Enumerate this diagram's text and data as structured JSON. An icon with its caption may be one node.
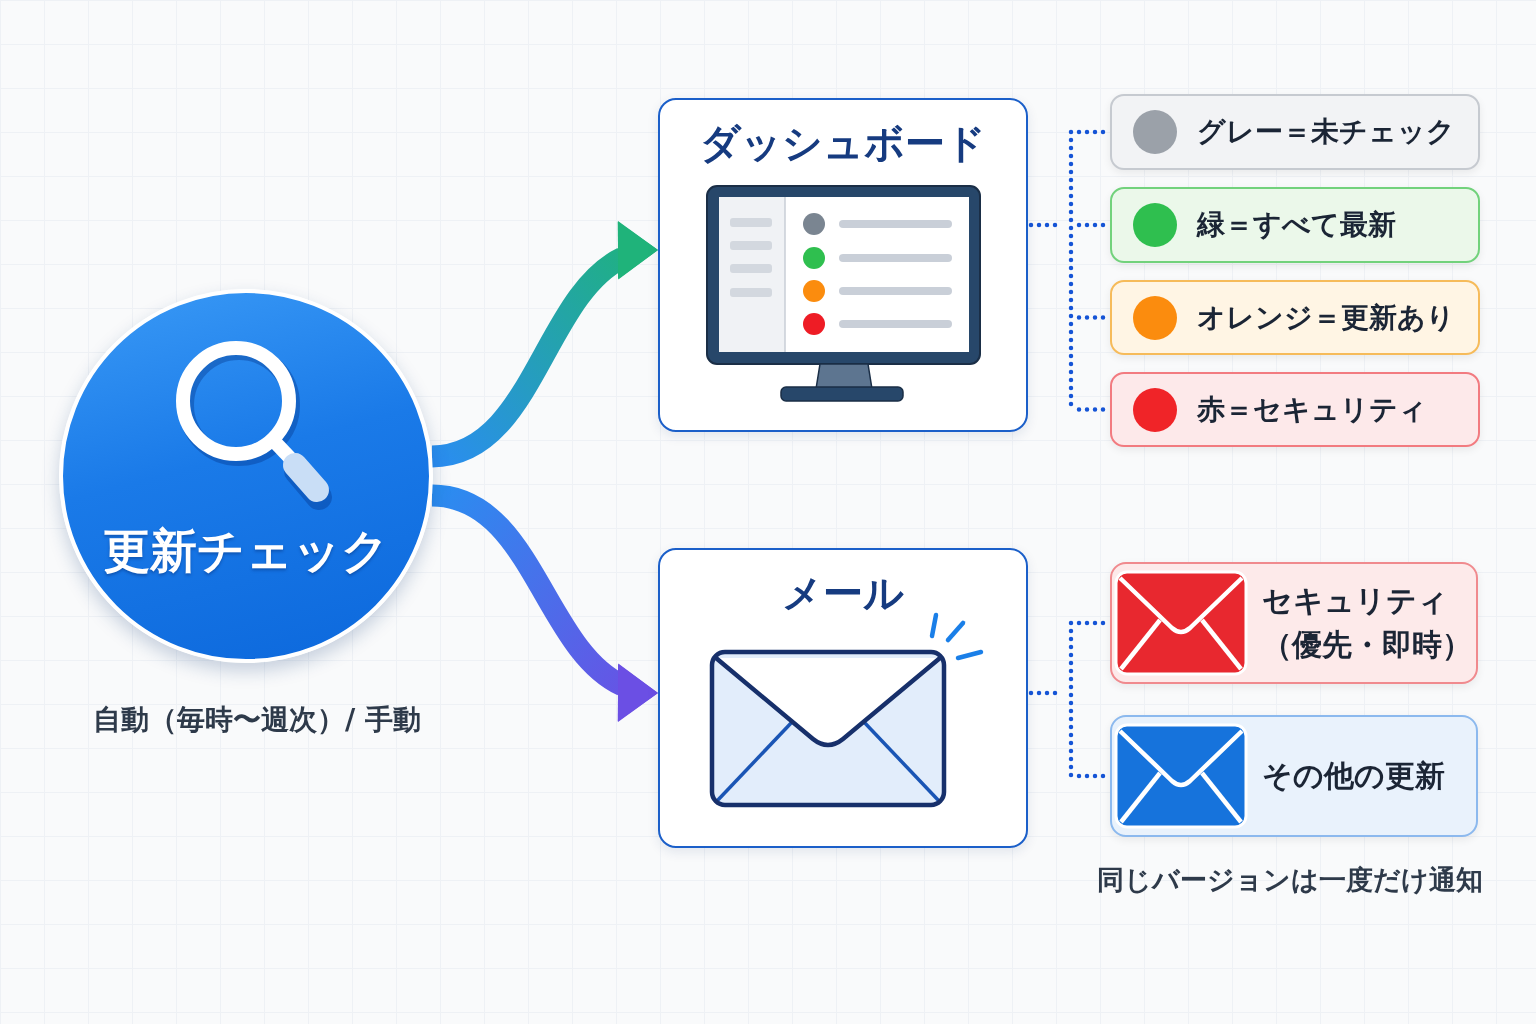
{
  "diagram": {
    "nodes": [
      {
        "text": [
          "更新チェック"
        ],
        "beside": [
          "自動（毎時〜週次）/ 手動"
        ]
      },
      {
        "text": [
          "ダッシュボード"
        ]
      },
      {
        "text": [
          "グレー＝未チェック"
        ]
      },
      {
        "text": [
          "緑＝すべて最新"
        ]
      },
      {
        "text": [
          "オレンジ＝更新あり"
        ]
      },
      {
        "text": [
          "赤＝セキュリティ"
        ]
      },
      {
        "text": [
          "メール"
        ]
      },
      {
        "text": [
          "セキュリティ",
          "（優先・即時）"
        ]
      },
      {
        "text": [
          "その他の更新"
        ]
      }
    ],
    "edges": [
      {
        "from": 0,
        "to": 1,
        "arrow": "to",
        "style": "thick",
        "color": "#1fb37a"
      },
      {
        "from": 0,
        "to": 6,
        "arrow": "to",
        "style": "thick",
        "color": "#6b4fe4"
      },
      {
        "from": 1,
        "to": 2,
        "arrow": "none",
        "style": "dashed"
      },
      {
        "from": 1,
        "to": 3,
        "arrow": "none",
        "style": "dashed"
      },
      {
        "from": 1,
        "to": 4,
        "arrow": "none",
        "style": "dashed"
      },
      {
        "from": 1,
        "to": 5,
        "arrow": "none",
        "style": "dashed"
      },
      {
        "from": 6,
        "to": 7,
        "arrow": "none",
        "style": "dashed"
      },
      {
        "from": 6,
        "to": 8,
        "arrow": "none",
        "style": "dashed"
      }
    ],
    "labels": [
      "同じバージョンは一度だけ通知"
    ]
  }
}
